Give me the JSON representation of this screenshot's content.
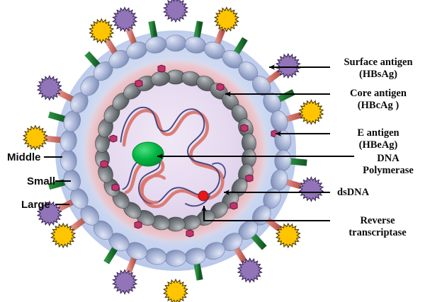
{
  "figure": {
    "title": "Hepatitis B virus (Dane particle) structure diagram",
    "background": "#ffffff"
  },
  "colors": {
    "envelope_outer": "#c6d2ee",
    "envelope_inner": "#dfe8f8",
    "pink_ring": "#f0a9ab",
    "pink_ring_soft": "#f6cfd1",
    "core_interior": "#e7dcf0",
    "capsid_bead": "#6f7478",
    "capsid_bead_light": "#9aa0a4",
    "envelope_bead": "#9aa8cf",
    "envelope_bead_light": "#c3cce6",
    "spike_stalk": "#d0736a",
    "spike_head_purple": "#9274b9",
    "spike_head_yellow": "#ffc500",
    "spike_green": "#1f7a34",
    "dna_pink": "#d9766e",
    "dna_blue": "#3b3f7a",
    "polymerase_green": "#00a03c",
    "rt_red": "#e3191c",
    "particle_pink": "#c2356b",
    "leader_line": "#000000",
    "text": "#0a0a0a"
  },
  "labels": {
    "right": [
      {
        "id": "surface-antigen",
        "line1": "Surface antigen",
        "line2": "(HBsAg)"
      },
      {
        "id": "core-antigen",
        "line1": "Core antigen",
        "line2": "(HBcAg )"
      },
      {
        "id": "e-antigen",
        "line1": "E antigen",
        "line2": "(HBeAg)"
      },
      {
        "id": "dna-polymerase",
        "line1": "DNA",
        "line2": "Polymerase"
      },
      {
        "id": "dsdna",
        "line1": "dsDNA",
        "line2": ""
      },
      {
        "id": "reverse-transcriptase",
        "line1": "Reverse",
        "line2": "transcriptase"
      }
    ],
    "left": [
      {
        "id": "middle",
        "text": "Middle"
      },
      {
        "id": "small",
        "text": "Small"
      },
      {
        "id": "large",
        "text": "Large"
      }
    ]
  },
  "structures": {
    "envelope": "lipid envelope with surface antigen spikes",
    "capsid": "icosahedral nucleocapsid of core antigen beads",
    "genome": "partially double-stranded circular DNA",
    "polymerase_marker": "green ellipse",
    "rt_marker": "red dot"
  }
}
